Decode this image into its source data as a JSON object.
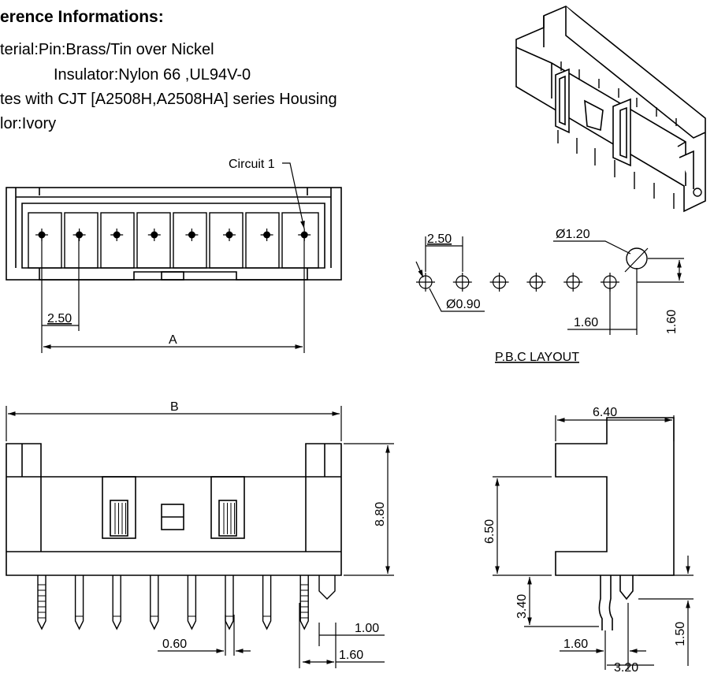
{
  "reference": {
    "title": "erence Informations:",
    "line1": "terial:Pin:Brass/Tin over Nickel",
    "line2": "Insulator:Nylon 66 ,UL94V-0",
    "line3": "tes with CJT [A2508H,A2508HA] series Housing",
    "line4": "lor:Ivory"
  },
  "top_view": {
    "circuit_label": "Circuit 1",
    "pitch": "2.50",
    "dim_a": "A",
    "pin_count": 8
  },
  "pcb_layout": {
    "pitch": "2.50",
    "hole_large": "Ø1.20",
    "hole_small": "Ø0.90",
    "offset_x": "1.60",
    "offset_y": "1.60",
    "caption": "P.B.C LAYOUT",
    "hole_count": 6
  },
  "front_view": {
    "dim_b": "B",
    "height": "8.80",
    "pin_width": "0.60",
    "dim_100": "1.00",
    "dim_160": "1.60"
  },
  "side_view": {
    "depth": "6.40",
    "body_height": "6.50",
    "pin_length": "3.40",
    "dim_150": "1.50",
    "dim_160": "1.60",
    "dim_320": "3.20"
  }
}
